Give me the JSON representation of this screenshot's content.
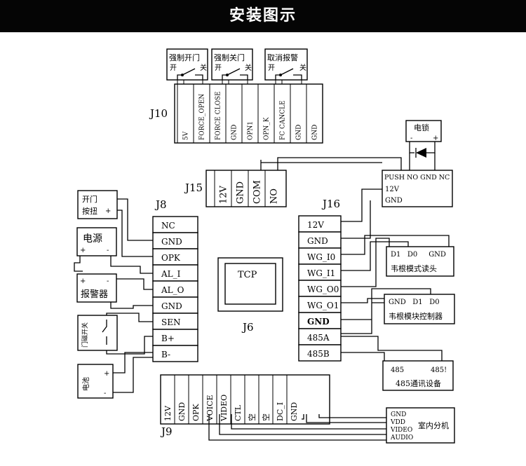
{
  "header": {
    "title": "安装图示"
  },
  "j10": {
    "label": "J10",
    "switches": [
      {
        "name": "强制开门",
        "left": "开",
        "right": "关"
      },
      {
        "name": "强制关门",
        "left": "开",
        "right": "关"
      },
      {
        "name": "取消报警",
        "left": "开",
        "right": "关"
      }
    ],
    "pins": [
      "5V",
      "FORCE_OPEN",
      "FORCE CLOSE",
      "GND",
      "OPN1",
      "OPN_K",
      "FC CANCLE",
      "GND",
      "GND"
    ]
  },
  "lock": {
    "label": "电锁",
    "minus": "-",
    "plus": "+",
    "terminal_top": "PUSH NO GND NC",
    "terminal_12v": "12V",
    "terminal_gnd": "GND"
  },
  "j15": {
    "label": "J15",
    "pins": [
      "12V",
      "GND",
      "COM",
      "NO"
    ]
  },
  "j16": {
    "label": "J16",
    "pins": [
      "12V",
      "GND",
      "WG_I0",
      "WG_I1",
      "WG_O0",
      "WG_O1",
      "GND",
      "485A",
      "485B"
    ]
  },
  "j8": {
    "label": "J8",
    "pins": [
      "NC",
      "GND",
      "OPK",
      "AL_I",
      "AL_O",
      "GND",
      "SEN",
      "B+",
      "B-"
    ]
  },
  "left_devices": {
    "exit_button": {
      "line1": "开门",
      "line2": "按扭",
      "plus": "+"
    },
    "power": {
      "label": "电源",
      "plus": "+",
      "minus": "-"
    },
    "alarm": {
      "label": "报警器",
      "plus": "+",
      "minus": "-"
    },
    "door_sensor": {
      "label": "门磁开关"
    },
    "battery": {
      "label": "电池",
      "plus": "+",
      "minus": "-"
    }
  },
  "center": {
    "module": "TCP",
    "label": "J6"
  },
  "j9": {
    "label": "J9",
    "pins": [
      "12V",
      "GND",
      "OPK",
      "VOICE",
      "VIDEO",
      "CTL",
      "空",
      "空",
      "DC_I",
      "GND"
    ]
  },
  "right_devices": {
    "reader": {
      "pins": "D1   D0     GND",
      "label": "韦根模式读头"
    },
    "controller": {
      "pins": "GND   D1   D0",
      "label": "韦根模块控制器"
    },
    "rs485": {
      "a": "485",
      "b": "485!",
      "label": "485通讯设备"
    },
    "indoor": {
      "lines": [
        "GND",
        "VDD",
        "VIDEO",
        "AUDIO"
      ],
      "label": "室内分机"
    }
  }
}
